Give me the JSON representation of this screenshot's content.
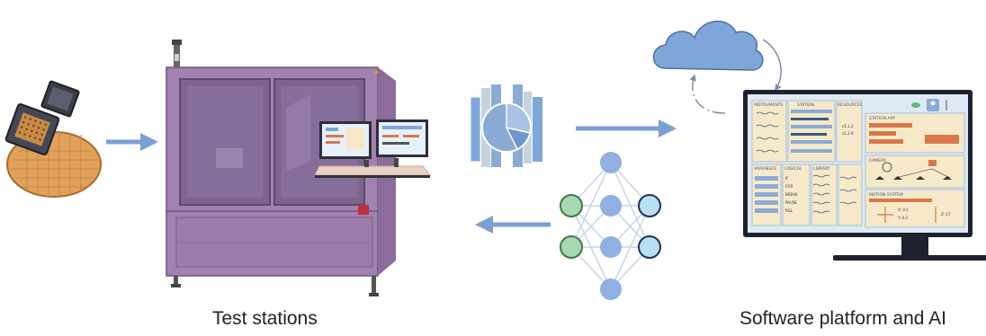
{
  "captions": {
    "left": "Test stations",
    "right": "Software platform and AI"
  },
  "monitor": {
    "panels": {
      "instruments": "INSTRUMENTS",
      "station": "STATION",
      "resources": "RESOURCES",
      "variables": "VARIABLES",
      "logical": "LOGICAL",
      "library": "LIBRARY",
      "station_app": "STATION APP",
      "camera": "CAMERA",
      "motion_system": "MOTION SYSTEM"
    },
    "logic_items": [
      "IF",
      "FOR",
      "BREAK",
      "PAUSE",
      "KILL"
    ],
    "resource_values": [
      "v1.1.2",
      "v1.2.6"
    ],
    "motion": {
      "x": "X: 0.5",
      "y": "Y: 0.2",
      "z": "Z: 17"
    }
  },
  "colors": {
    "arrow": "#7b9fd4",
    "machine": "#a282b0",
    "machine_dark": "#7d6090",
    "wafer": "#e0a25a",
    "cloud": "#7ea6d9",
    "node_blue": "#8fb0e0",
    "node_green": "#a8d8b0",
    "node_teal": "#b8e0f0",
    "screen_bg": "#f5e9c9",
    "accent": "#d9774a"
  }
}
